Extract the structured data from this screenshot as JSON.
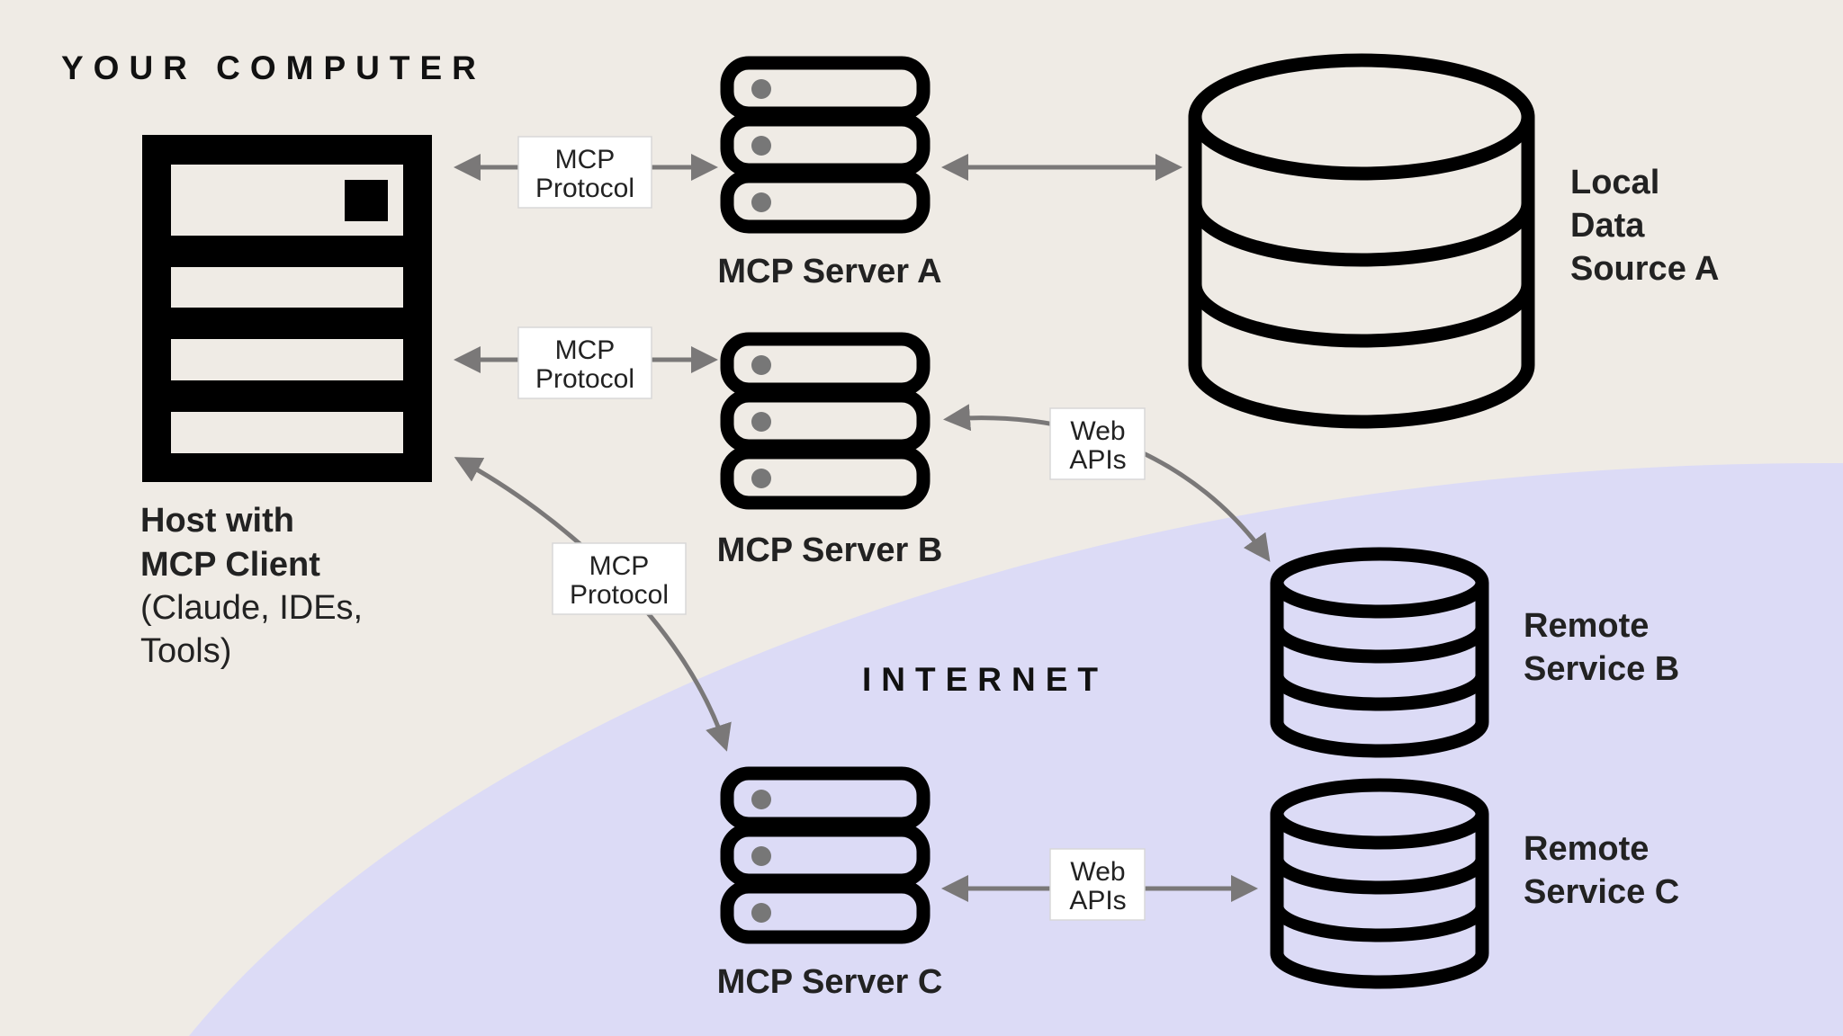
{
  "zones": {
    "local": "YOUR COMPUTER",
    "internet": "INTERNET"
  },
  "nodes": {
    "host": {
      "title_lines": [
        "Host with",
        "MCP Client"
      ],
      "sub_lines": [
        "(Claude, IDEs,",
        "Tools)"
      ]
    },
    "server_a": {
      "label": "MCP Server A"
    },
    "server_b": {
      "label": "MCP Server B"
    },
    "server_c": {
      "label": "MCP Server C"
    },
    "local_data": {
      "lines": [
        "Local",
        "Data",
        "Source A"
      ]
    },
    "remote_b": {
      "lines": [
        "Remote",
        "Service B"
      ]
    },
    "remote_c": {
      "lines": [
        "Remote",
        "Service C"
      ]
    }
  },
  "edges": {
    "host_to_a": {
      "lines": [
        "MCP",
        "Protocol"
      ]
    },
    "host_to_b": {
      "lines": [
        "MCP",
        "Protocol"
      ]
    },
    "host_to_c": {
      "lines": [
        "MCP",
        "Protocol"
      ]
    },
    "b_to_remote_b": {
      "lines": [
        "Web",
        "APIs"
      ]
    },
    "c_to_remote_c": {
      "lines": [
        "Web",
        "APIs"
      ]
    }
  },
  "colors": {
    "background": "#efebe5",
    "internet_region": "#dcdbf6",
    "ink": "#000000",
    "arrow": "#7a7878"
  }
}
